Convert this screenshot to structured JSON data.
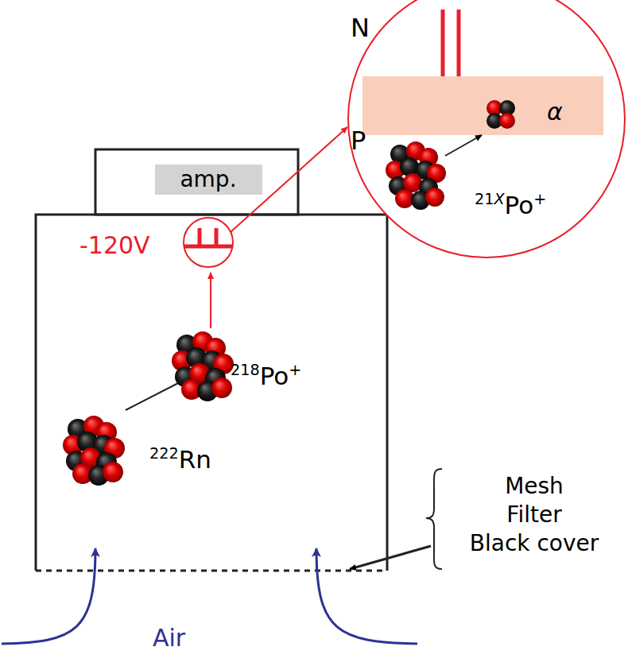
{
  "diagram": {
    "nodes": [
      {
        "text": [
          "amp."
        ]
      }
    ],
    "labels": [
      "-120V",
      "N",
      "P",
      "α",
      "21",
      "X",
      "Po",
      "+",
      "218",
      "Po",
      "+",
      "222",
      "Rn",
      "Mesh",
      "Filter",
      "Black cover",
      "Air"
    ]
  }
}
